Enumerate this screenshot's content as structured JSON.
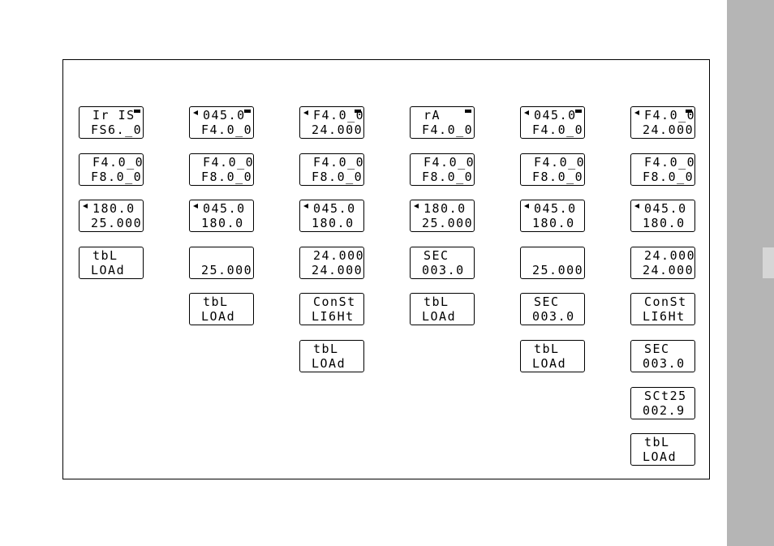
{
  "columns": [
    [
      {
        "line1": "Ir IS",
        "line2": "FS6._0",
        "triangle": false,
        "battery": true
      },
      {
        "line1": "F4.0_0",
        "line2": "F8.0_0",
        "triangle": false,
        "battery": false
      },
      {
        "line1": "180.0",
        "line2": "25.000",
        "triangle": true,
        "battery": false
      },
      {
        "line1": "tbL",
        "line2": "LOAd",
        "triangle": false,
        "battery": false
      }
    ],
    [
      {
        "line1": "045.0",
        "line2": "F4.0_0",
        "triangle": true,
        "battery": true
      },
      {
        "line1": "F4.0_0",
        "line2": "F8.0_0",
        "triangle": false,
        "battery": false
      },
      {
        "line1": "045.0",
        "line2": "180.0",
        "triangle": true,
        "battery": false
      },
      {
        "line1": "",
        "line2": "25.000",
        "triangle": false,
        "battery": false
      },
      {
        "line1": "tbL",
        "line2": "LOAd",
        "triangle": false,
        "battery": false
      }
    ],
    [
      {
        "line1": "F4.0_0",
        "line2": "24.000",
        "triangle": true,
        "battery": true
      },
      {
        "line1": "F4.0_0",
        "line2": "F8.0_0",
        "triangle": false,
        "battery": false
      },
      {
        "line1": "045.0",
        "line2": "180.0",
        "triangle": true,
        "battery": false
      },
      {
        "line1": "24.000",
        "line2": "24.000",
        "triangle": false,
        "battery": false
      },
      {
        "line1": "ConSt",
        "line2": "LI6Ht",
        "triangle": false,
        "battery": false
      },
      {
        "line1": "tbL",
        "line2": "LOAd",
        "triangle": false,
        "battery": false
      }
    ],
    [
      {
        "line1": "rA",
        "line2": "F4.0_0",
        "triangle": false,
        "battery": true
      },
      {
        "line1": "F4.0_0",
        "line2": "F8.0_0",
        "triangle": false,
        "battery": false
      },
      {
        "line1": "180.0",
        "line2": "25.000",
        "triangle": true,
        "battery": false
      },
      {
        "line1": "SEC",
        "line2": "003.0",
        "triangle": false,
        "battery": false
      },
      {
        "line1": "tbL",
        "line2": "LOAd",
        "triangle": false,
        "battery": false
      }
    ],
    [
      {
        "line1": "045.0",
        "line2": "F4.0_0",
        "triangle": true,
        "battery": true
      },
      {
        "line1": "F4.0_0",
        "line2": "F8.0_0",
        "triangle": false,
        "battery": false
      },
      {
        "line1": "045.0",
        "line2": "180.0",
        "triangle": true,
        "battery": false
      },
      {
        "line1": "",
        "line2": "25.000",
        "triangle": false,
        "battery": false
      },
      {
        "line1": "SEC",
        "line2": "003.0",
        "triangle": false,
        "battery": false
      },
      {
        "line1": "tbL",
        "line2": "LOAd",
        "triangle": false,
        "battery": false
      }
    ],
    [
      {
        "line1": "F4.0_0",
        "line2": "24.000",
        "triangle": true,
        "battery": true
      },
      {
        "line1": "F4.0_0",
        "line2": "F8.0_0",
        "triangle": false,
        "battery": false
      },
      {
        "line1": "045.0",
        "line2": "180.0",
        "triangle": true,
        "battery": false
      },
      {
        "line1": "24.000",
        "line2": "24.000",
        "triangle": false,
        "battery": false
      },
      {
        "line1": "ConSt",
        "line2": "LI6Ht",
        "triangle": false,
        "battery": false
      },
      {
        "line1": "SEC",
        "line2": "003.0",
        "triangle": false,
        "battery": false
      },
      {
        "line1": "SCt25",
        "line2": "002.9",
        "triangle": false,
        "battery": false
      },
      {
        "line1": "tbL",
        "line2": "LOAd",
        "triangle": false,
        "battery": false
      }
    ]
  ]
}
